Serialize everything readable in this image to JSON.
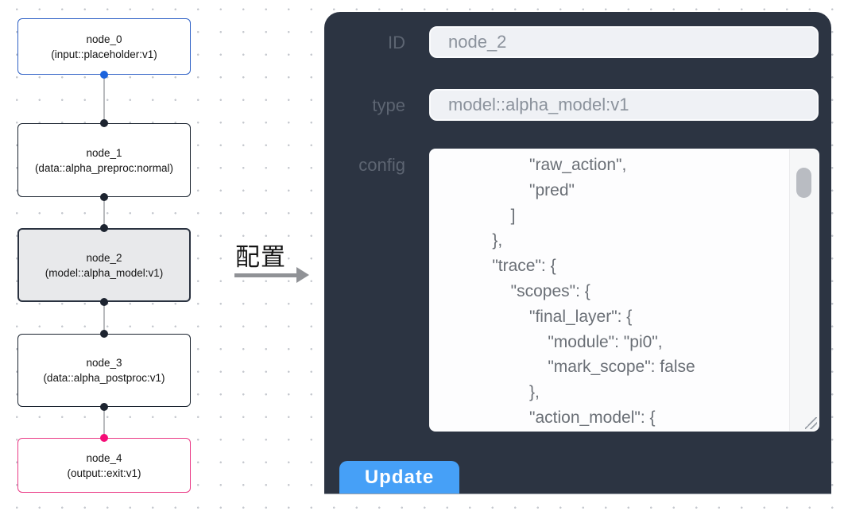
{
  "flow": {
    "nodes": [
      {
        "title": "node_0",
        "subtitle": "(input::placeholder:v1)"
      },
      {
        "title": "node_1",
        "subtitle": "(data::alpha_preproc:normal)"
      },
      {
        "title": "node_2",
        "subtitle": "(model::alpha_model:v1)"
      },
      {
        "title": "node_3",
        "subtitle": "(data::alpha_postproc:v1)"
      },
      {
        "title": "node_4",
        "subtitle": "(output::exit:v1)"
      }
    ],
    "colors": {
      "input_accent": "#3062c6",
      "selected_fill": "#e8e9eb",
      "default_border": "#1b2430",
      "output_accent": "#ea3a86",
      "input_port": "#1c64dd",
      "output_port": "#f50d77",
      "edge": "#b9bbbe"
    }
  },
  "annotation": {
    "label": "配置"
  },
  "panel": {
    "background": "#2c3442",
    "id_field": {
      "label": "ID",
      "value": "node_2"
    },
    "type_field": {
      "label": "type",
      "value": "model::alpha_model:v1"
    },
    "config_field": {
      "label": "config",
      "lines": [
        "            \"raw_action\",",
        "            \"pred\"",
        "        ]",
        "    },",
        "    \"trace\": {",
        "        \"scopes\": {",
        "            \"final_layer\": {",
        "                \"module\": \"pi0\",",
        "                \"mark_scope\": false",
        "            },",
        "            \"action_model\": {"
      ]
    },
    "update_button": {
      "label": "Update",
      "color": "#46a0f7"
    }
  }
}
